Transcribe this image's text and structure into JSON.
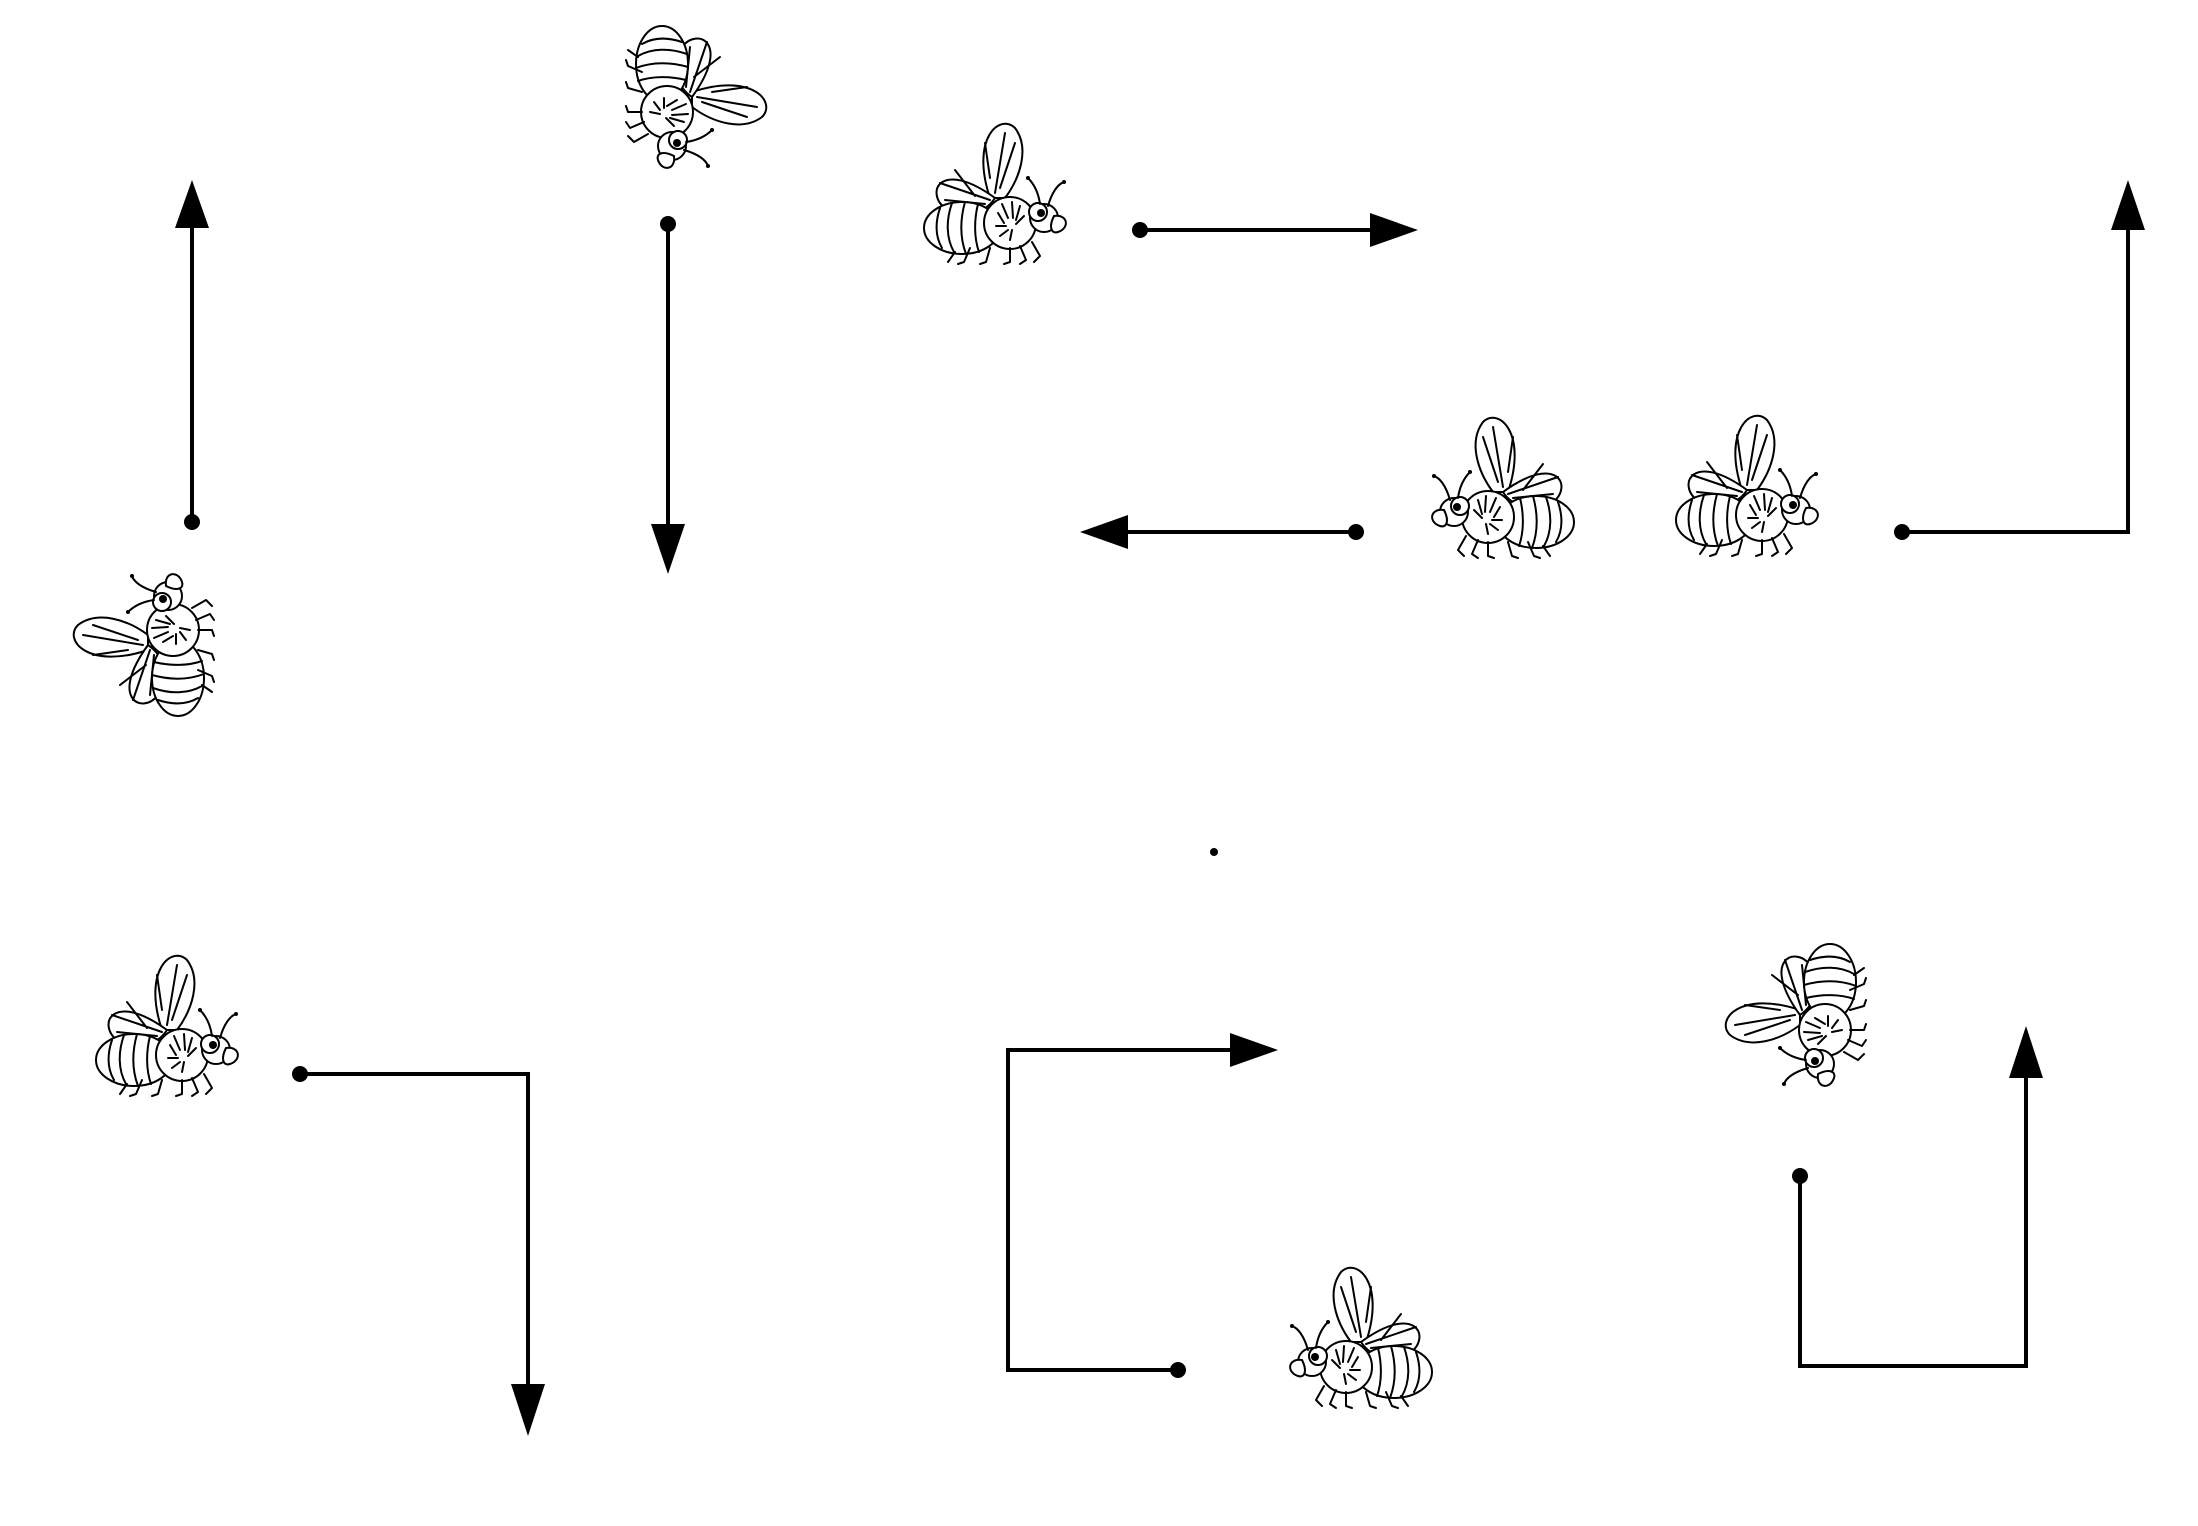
{
  "figure": {
    "background": "#ffffff",
    "ink": "#000000",
    "icon": "bee-icon",
    "panels": [
      {
        "id": "panel-1",
        "bee_facing": "up",
        "path": "straight",
        "direction": "up"
      },
      {
        "id": "panel-2",
        "bee_facing": "down",
        "path": "straight",
        "direction": "down"
      },
      {
        "id": "panel-3",
        "bee_facing": "right",
        "path": "straight",
        "direction": "right"
      },
      {
        "id": "panel-4",
        "bee_facing": "left",
        "path": "straight",
        "direction": "left"
      },
      {
        "id": "panel-5",
        "bee_facing": "right",
        "path": "right-then-up",
        "direction": "up"
      },
      {
        "id": "panel-6",
        "bee_facing": "right",
        "path": "right-then-down",
        "direction": "down"
      },
      {
        "id": "panel-7",
        "bee_facing": "left",
        "path": "left-up-right",
        "direction": "right"
      },
      {
        "id": "panel-8",
        "bee_facing": "down",
        "path": "down-right-up",
        "direction": "up"
      }
    ]
  }
}
